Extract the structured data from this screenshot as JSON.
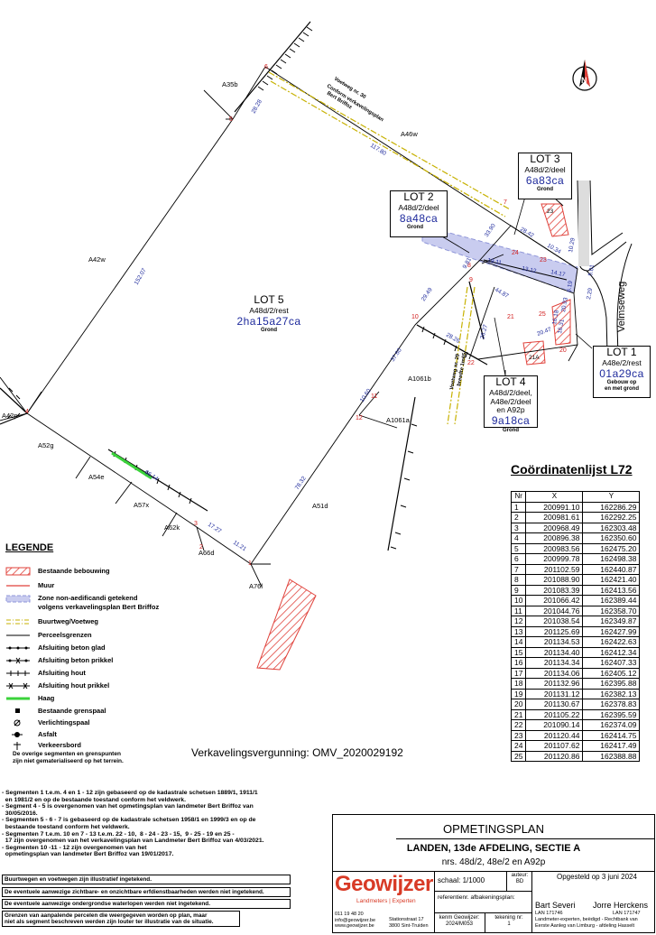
{
  "north_label": "N",
  "places": {
    "A35b": "A35b",
    "A46w": "A46w",
    "A42w": "A42w",
    "A42p": "A42p",
    "A52g": "A52g",
    "A54e": "A54e",
    "A57x": "A57x",
    "A62k": "A62k",
    "A66d": "A66d",
    "A76l": "A76l",
    "A51d": "A51d",
    "A1061b": "A1061b",
    "A1061a": "A1061a",
    "A23": "23",
    "A21A": "21A",
    "street": "Velmseweg"
  },
  "roads": {
    "voetweg30": [
      "Voetweg nr. 30",
      "Conform verkavelingsplan",
      "Bert Briffoz"
    ],
    "voetweg29": [
      "Voetweg nr. 29",
      "breedte 1m65"
    ]
  },
  "points": [
    "1",
    "2",
    "3",
    "4",
    "5",
    "6",
    "7",
    "8",
    "9",
    "10",
    "11",
    "12",
    "20",
    "21",
    "22",
    "23",
    "24",
    "25"
  ],
  "dims": {
    "d1": "28.28",
    "d2": "117.80",
    "d3": "152.07",
    "d4": "66.14",
    "d5": "17.27",
    "d6": "11.21",
    "d7": "78.32",
    "d8": "37.60",
    "d9": "10.60",
    "d10": "29.49",
    "d11": "28.26",
    "d12": "26.27",
    "d13": "44.87",
    "d14": "33.90",
    "d15": "19.11",
    "d16": "13.12",
    "d17": "14.17",
    "d18": "28.42",
    "d19": "10.34",
    "d20": "9.81",
    "d21": "6.19",
    "d22": "20.93",
    "d23": "16.31",
    "d24": "5.01",
    "d25": "2.29",
    "d26": "10.29",
    "d27": "20.47",
    "d28": "16.18"
  },
  "lots": {
    "lot1": {
      "title": "LOT 1",
      "parcel": "A48e/2/rest",
      "area": "01a29ca",
      "use": [
        "Gebouw op",
        "en met grond"
      ]
    },
    "lot2": {
      "title": "LOT 2",
      "parcel": "A48d/2/deel",
      "area": "8a48ca",
      "use": [
        "Grond"
      ]
    },
    "lot3": {
      "title": "LOT 3",
      "parcel": "A48d/2/deel",
      "area": "6a83ca",
      "use": [
        "Grond"
      ]
    },
    "lot4": {
      "title": "LOT 4",
      "parcel": "A48d/2/deel,",
      "parcel2": "A48e/2/deel",
      "parcel3": "en A92p",
      "area": "9a18ca",
      "use": [
        "Grond"
      ]
    },
    "lot5": {
      "title": "LOT 5",
      "parcel": "A48d/2/rest",
      "area": "2ha15a27ca",
      "use": [
        "Grond"
      ]
    }
  },
  "coords": {
    "title": "Coördinatenlijst L72",
    "headers": [
      "Nr",
      "X",
      "Y"
    ],
    "rows": [
      [
        "1",
        "200991.10",
        "162286.29"
      ],
      [
        "2",
        "200981.61",
        "162292.25"
      ],
      [
        "3",
        "200968.49",
        "162303.48"
      ],
      [
        "4",
        "200896.38",
        "162350.60"
      ],
      [
        "5",
        "200983.56",
        "162475.20"
      ],
      [
        "6",
        "200999.78",
        "162498.38"
      ],
      [
        "7",
        "201102.59",
        "162440.87"
      ],
      [
        "8",
        "201088.90",
        "162421.40"
      ],
      [
        "9",
        "201083.39",
        "162413.56"
      ],
      [
        "10",
        "201066.42",
        "162389.44"
      ],
      [
        "11",
        "201044.76",
        "162358.70"
      ],
      [
        "12",
        "201038.54",
        "162349.87"
      ],
      [
        "13",
        "201125.69",
        "162427.99"
      ],
      [
        "14",
        "201134.53",
        "162422.63"
      ],
      [
        "15",
        "201134.40",
        "162412.34"
      ],
      [
        "16",
        "201134.34",
        "162407.33"
      ],
      [
        "17",
        "201134.06",
        "162405.12"
      ],
      [
        "18",
        "201132.96",
        "162395.88"
      ],
      [
        "19",
        "201131.12",
        "162382.13"
      ],
      [
        "20",
        "201130.67",
        "162378.83"
      ],
      [
        "21",
        "201105.22",
        "162395.59"
      ],
      [
        "22",
        "201090.14",
        "162374.09"
      ],
      [
        "23",
        "201120.44",
        "162414.75"
      ],
      [
        "24",
        "201107.62",
        "162417.49"
      ],
      [
        "25",
        "201120.86",
        "162388.88"
      ]
    ]
  },
  "legend": {
    "title": "LEGENDE",
    "items": [
      "Bestaande bebouwing",
      "Muur",
      "Zone non-aedificandi getekend",
      "volgens verkavelingsplan Bert Briffoz",
      "Buurtweg/Voetweg",
      "Perceelsgrenzen",
      "Afsluiting beton glad",
      "Afsluiting beton prikkel",
      "Afsluiting hout",
      "Afsluiting hout prikkel",
      "Haag",
      "Bestaande grenspaal",
      "Verlichtingspaal",
      "Asfalt",
      "Verkeersbord"
    ],
    "note": [
      "De overige segmenten en grenspunten",
      "zijn niet gematerialiseerd op het terrein."
    ]
  },
  "colors": {
    "hatch": "#e0413a",
    "blue": "#1e2a9c",
    "zone": "#8f96d8",
    "hedge": "#3bd33b",
    "road": "#c7b100"
  },
  "permit": "Verkavelingsvergunning: OMV_2020029192",
  "notes": [
    "- Segmenten 1 t.e.m. 4 en 1 - 12 zijn gebaseerd op de kadastrale schetsen 1889/1, 1911/1",
    "  en 1981/2 en op de bestaande toestand conform het veldwerk.",
    "- Segment 4 - 5 is overgenomen van het opmetingsplan van landmeter Bert Briffoz van",
    "  30/05/2016.",
    "- Segmenten 5 - 6 - 7 is gebaseerd op de kadastrale schetsen 1958/1 en 1999/3 en op de",
    "  bestaande toestand conform het veldwerk.",
    "- Segmenten 7 t.e.m. 10 en 7 - 13 t.e.m. 22 - 10,  8 - 24 - 23 - 15,  9 - 25 - 19 en 25 -",
    "  17 zijn overgenomen van het verkavelingsplan van Landmeter Bert Briffoz van 4/03/2021.",
    "- Segmenten 10 -11 - 12 zijn overgenomen van het",
    "  opmetingsplan van landmeter Bert Briffoz van 19/01/2017."
  ],
  "boxed_notes": [
    "Buurtwegen en voetwegen zijn illustratief ingetekend.",
    "De eventuele aanwezige zichtbare- en onzichtbare erfdienstbaarheden werden niet ingetekend.",
    "De eventuele aanwezige ondergrondse waterlopen werden niet ingetekend.",
    "Grenzen van aanpalende percelen die weergegeven worden op plan, maar",
    "niet als segment beschreven werden zijn louter ter illustratie van de situatie."
  ],
  "titleblock": {
    "plan": "OPMETINGSPLAN",
    "location": "LANDEN, 13de AFDELING, SECTIE A",
    "parcels": "nrs. 48d/2, 48e/2 en A92p",
    "company": "Geowijzer",
    "tagline": "Landmeters | Experten",
    "phone": "011 19 48 20",
    "email": "info@geowijzer.be",
    "web": "www.geowijzer.be",
    "street": "Stationstraat 17",
    "city": "3800 Sint-Truiden",
    "scale_label": "schaal:",
    "scale": "1/1000",
    "author_label": "auteur:",
    "author": "BD",
    "ref_label": "referentienr. afbakeningsplan:",
    "kenm_label": "kenm Geowijzer:",
    "kenm": "2024/M053",
    "tek_label": "tekening nr:",
    "tek": "1",
    "date": "Opgesteld op 3 juni 2024",
    "surveyor1": "Bart Severi",
    "lan1": "LAN 171746",
    "surveyor2": "Jorre Herckens",
    "lan2": "LAN 171747",
    "footer1": "Landmeter-experten, beëdigd - Rechtbank van",
    "footer2": "Eerste Aanleg van Limburg - afdeling Hasselt"
  }
}
